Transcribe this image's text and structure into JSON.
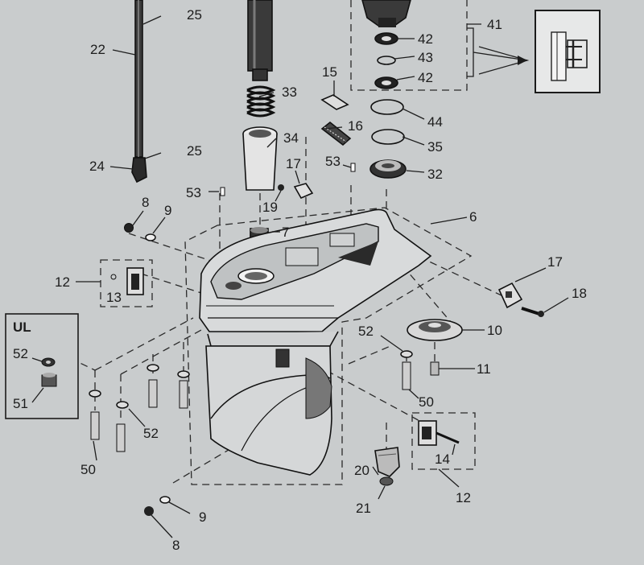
{
  "ul_box": {
    "title": "UL",
    "labels": [
      "52",
      "51"
    ]
  },
  "callouts": {
    "c25a": "25",
    "c22": "22",
    "c33": "33",
    "c34": "34",
    "c24": "24",
    "c25b": "25",
    "c15": "15",
    "c16": "16",
    "c41": "41",
    "c42a": "42",
    "c43": "43",
    "c42b": "42",
    "c44": "44",
    "c35": "35",
    "c32": "32",
    "c53a": "53",
    "c53b": "53",
    "c17a": "17",
    "c19": "19",
    "c7": "7",
    "c6": "6",
    "c8a": "8",
    "c9a": "9",
    "c12a": "12",
    "c13": "13",
    "c17b": "17",
    "c18": "18",
    "c10": "10",
    "c11": "11",
    "c52a": "52",
    "c50a": "50",
    "c52b": "52",
    "c50b": "50",
    "c14": "14",
    "c20": "20",
    "c21": "21",
    "c12b": "12",
    "c9b": "9",
    "c8b": "8"
  },
  "colors": {
    "background": "#c9cccd",
    "ink": "#1c1c1c",
    "housing_fill": "#dcdedf"
  }
}
